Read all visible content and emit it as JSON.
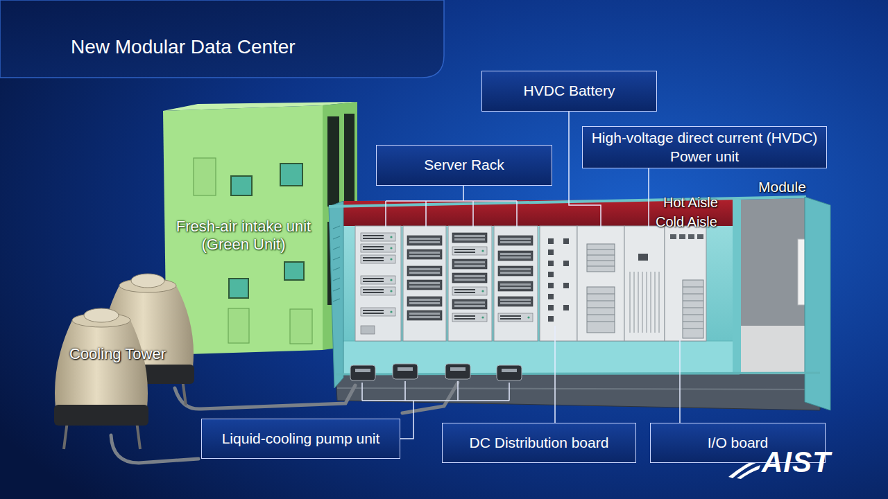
{
  "diagram": {
    "title": "New Modular Data Center",
    "nodes": [
      {
        "text": [
          "HVDC Battery"
        ]
      },
      {
        "text": [
          "High-voltage direct current (HVDC) Power unit"
        ]
      },
      {
        "text": [
          "Server Rack"
        ]
      },
      {
        "text": [
          "Fresh-air intake unit (Green Unit)"
        ]
      },
      {
        "text": [
          "Liquid-cooling pump unit"
        ]
      },
      {
        "text": [
          "DC Distribution board"
        ]
      },
      {
        "text": [
          "I/O board"
        ]
      }
    ],
    "labels": [
      "Module",
      "Hot Aisle",
      "Cold Aisle",
      "Cooling Tower",
      "AIST"
    ]
  }
}
